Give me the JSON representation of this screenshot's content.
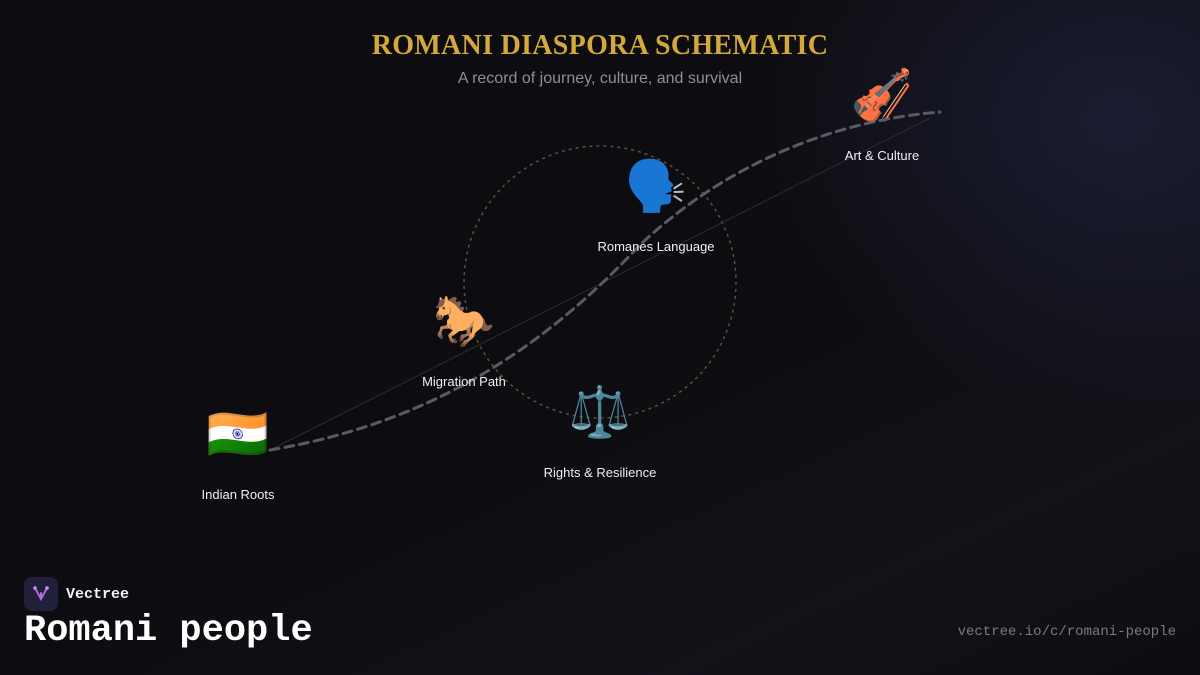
{
  "header": {
    "title": "ROMANI DIASPORA SCHEMATIC",
    "subtitle": "A record of journey, culture, and survival"
  },
  "nodes": [
    {
      "id": "indian-roots",
      "icon": "india-flag-icon",
      "glyph": "🇮🇳",
      "label": "Indian Roots"
    },
    {
      "id": "migration-path",
      "icon": "horse-icon",
      "glyph": "🐎",
      "label": "Migration Path"
    },
    {
      "id": "romanes-language",
      "icon": "speaking-head-icon",
      "glyph": "🗣️",
      "label": "Romanes Language"
    },
    {
      "id": "rights-resilience",
      "icon": "balance-scale-icon",
      "glyph": "⚖️",
      "label": "Rights & Resilience"
    },
    {
      "id": "art-culture",
      "icon": "violin-icon",
      "glyph": "🎻",
      "label": "Art & Culture"
    }
  ],
  "footer": {
    "brand": "Vectree",
    "topic": "Romani people",
    "url": "vectree.io/c/romani-people"
  },
  "colors": {
    "title": "#d4a93c",
    "path": "#5a5a62",
    "ring": "#5e5230",
    "background": "#0d0d11"
  }
}
